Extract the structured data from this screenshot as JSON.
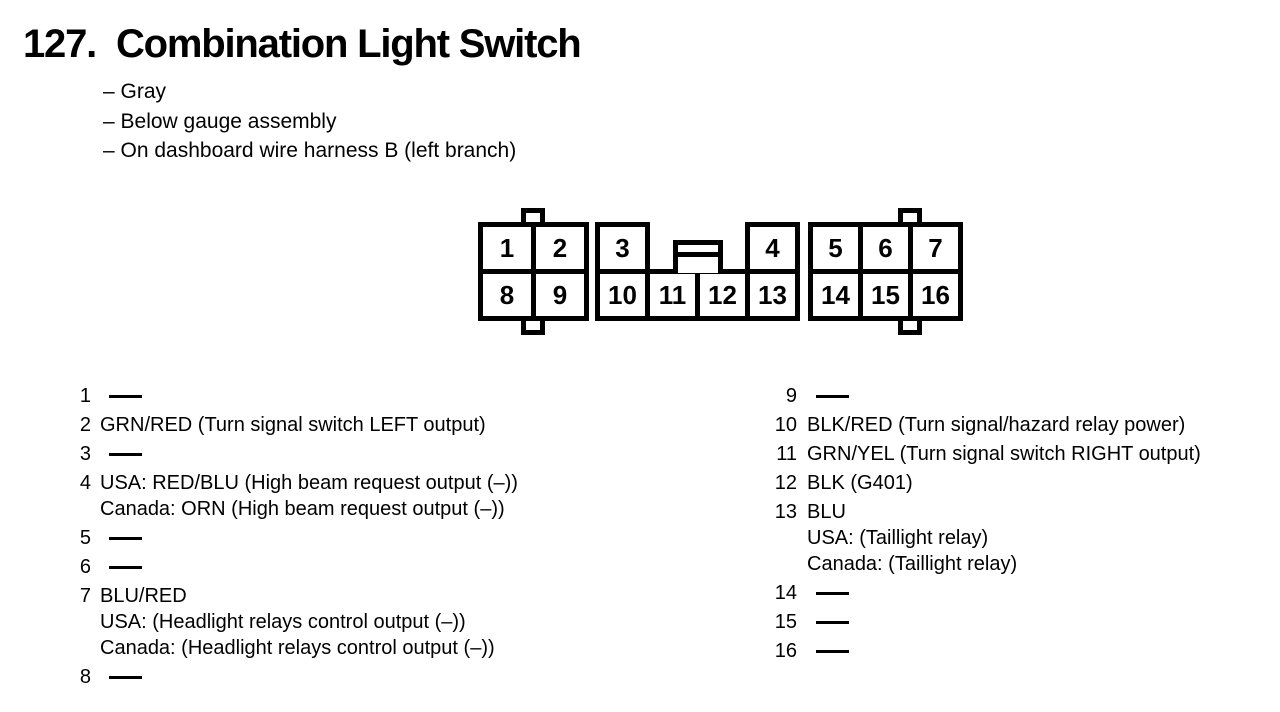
{
  "header": {
    "number": "127.",
    "title": "Combination Light Switch",
    "notes": [
      "– Gray",
      "– Below gauge assembly",
      "– On dashboard wire harness B (left branch)"
    ]
  },
  "connector": {
    "block_a": {
      "r1c1": "1",
      "r1c2": "2",
      "r2c1": "8",
      "r2c2": "9"
    },
    "block_b": {
      "r1c1": "3",
      "r1c4": "4",
      "r2c1": "10",
      "r2c2": "11",
      "r2c3": "12",
      "r2c4": "13"
    },
    "block_c": {
      "r1c1": "5",
      "r1c2": "6",
      "r1c3": "7",
      "r2c1": "14",
      "r2c2": "15",
      "r2c3": "16"
    }
  },
  "pins": {
    "left": [
      {
        "num": "1",
        "empty": true
      },
      {
        "num": "2",
        "desc": [
          "GRN/RED (Turn signal switch LEFT output)"
        ]
      },
      {
        "num": "3",
        "empty": true
      },
      {
        "num": "4",
        "desc": [
          "USA: RED/BLU (High beam request output (–))",
          "Canada: ORN (High beam request output (–))"
        ]
      },
      {
        "num": "5",
        "empty": true
      },
      {
        "num": "6",
        "empty": true
      },
      {
        "num": "7",
        "desc": [
          "BLU/RED",
          "USA: (Headlight relays control output (–))",
          "Canada: (Headlight relays control output (–))"
        ]
      },
      {
        "num": "8",
        "empty": true
      }
    ],
    "right": [
      {
        "num": "9",
        "empty": true
      },
      {
        "num": "10",
        "desc": [
          "BLK/RED (Turn signal/hazard relay power)"
        ]
      },
      {
        "num": "11",
        "desc": [
          "GRN/YEL (Turn signal switch RIGHT output)"
        ]
      },
      {
        "num": "12",
        "desc": [
          "BLK (G401)"
        ]
      },
      {
        "num": "13",
        "desc": [
          "BLU",
          "USA: (Taillight relay)",
          "Canada: (Taillight relay)"
        ]
      },
      {
        "num": "14",
        "empty": true
      },
      {
        "num": "15",
        "empty": true
      },
      {
        "num": "16",
        "empty": true
      }
    ]
  },
  "colors": {
    "ink": "#000000",
    "paper": "#ffffff"
  }
}
